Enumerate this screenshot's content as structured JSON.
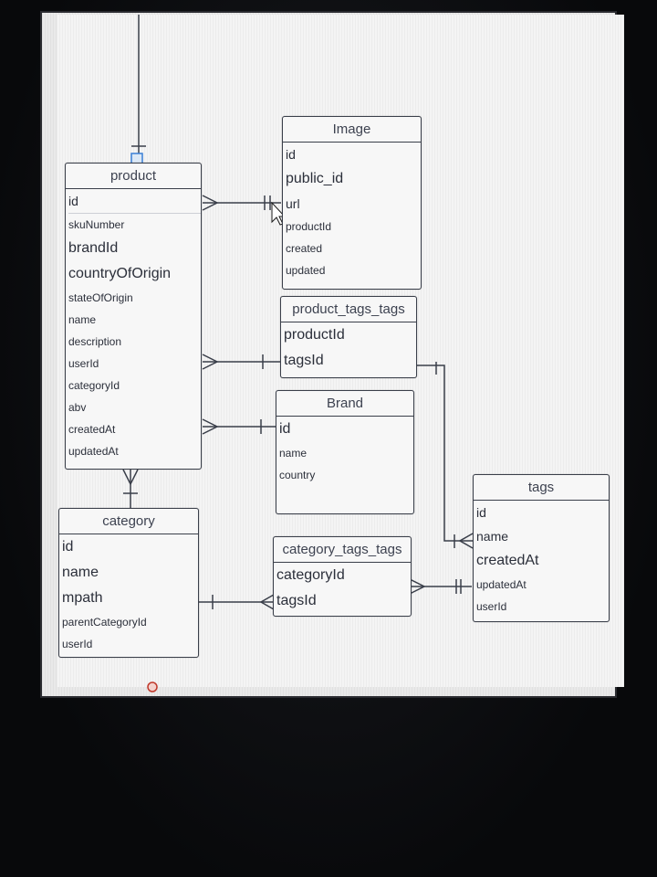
{
  "entities": {
    "product": {
      "title": "product",
      "fields": [
        "id",
        "skuNumber",
        "brandId",
        "countryOfOrigin",
        "stateOfOrigin",
        "name",
        "description",
        "userId",
        "categoryId",
        "abv",
        "createdAt",
        "updatedAt"
      ]
    },
    "image": {
      "title": "Image",
      "fields": [
        "id",
        "public_id",
        "url",
        "productId",
        "created",
        "updated"
      ]
    },
    "product_tags_tags": {
      "title": "product_tags_tags",
      "fields": [
        "productId",
        "tagsId"
      ]
    },
    "brand": {
      "title": "Brand",
      "fields": [
        "id",
        "name",
        "country"
      ]
    },
    "category": {
      "title": "category",
      "fields": [
        "id",
        "name",
        "mpath",
        "parentCategoryId",
        "userId"
      ]
    },
    "category_tags_tags": {
      "title": "category_tags_tags",
      "fields": [
        "categoryId",
        "tagsId"
      ]
    },
    "tags": {
      "title": "tags",
      "fields": [
        "id",
        "name",
        "createdAt",
        "updatedAt",
        "userId"
      ]
    }
  },
  "colors": {
    "border": "#3a3f4a",
    "text": "#2b2f3a",
    "header_text": "#3d4250",
    "canvas": "#f4f4f4"
  }
}
